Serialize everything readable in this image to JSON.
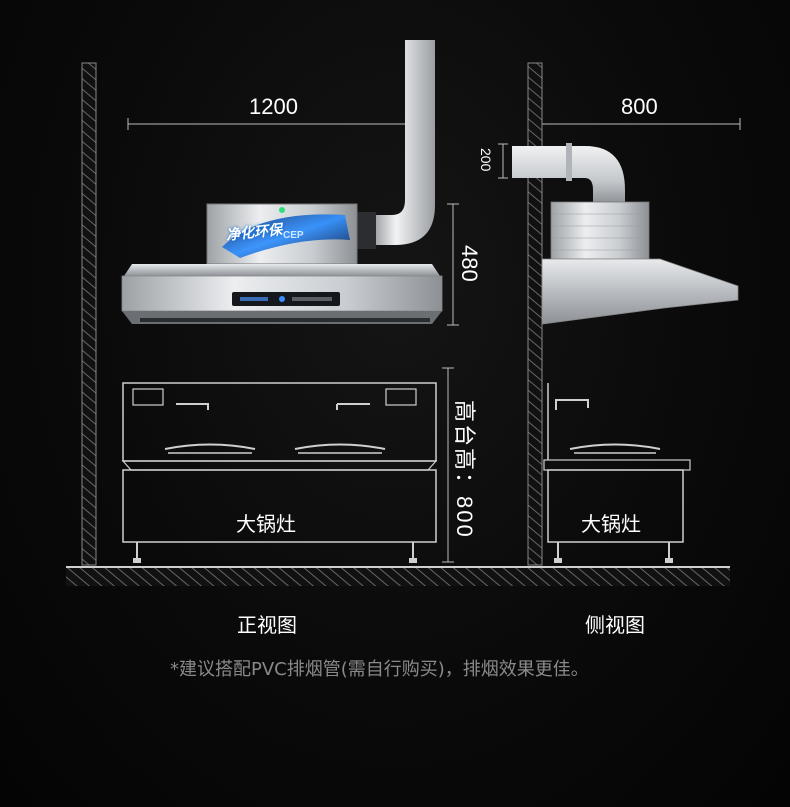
{
  "front_view": {
    "width_dim": "1200",
    "hood_height_dim": "480",
    "stove_height_dim": "高台高：800",
    "stove_label": "大锅灶",
    "caption": "正视图",
    "purifier_badge": "净化环保",
    "purifier_logo": "CEP"
  },
  "side_view": {
    "width_dim": "800",
    "duct_dim": "200",
    "stove_label": "大锅灶",
    "caption": "侧视图"
  },
  "footnote": "*建议搭配PVC排烟管(需自行购买)，排烟效果更佳。",
  "colors": {
    "background": "#0a0a0a",
    "steel": "#c8ccd0",
    "outline": "#bbbbbb",
    "wall_hatch": "#777777",
    "accent_blue": "#2a8cff"
  }
}
